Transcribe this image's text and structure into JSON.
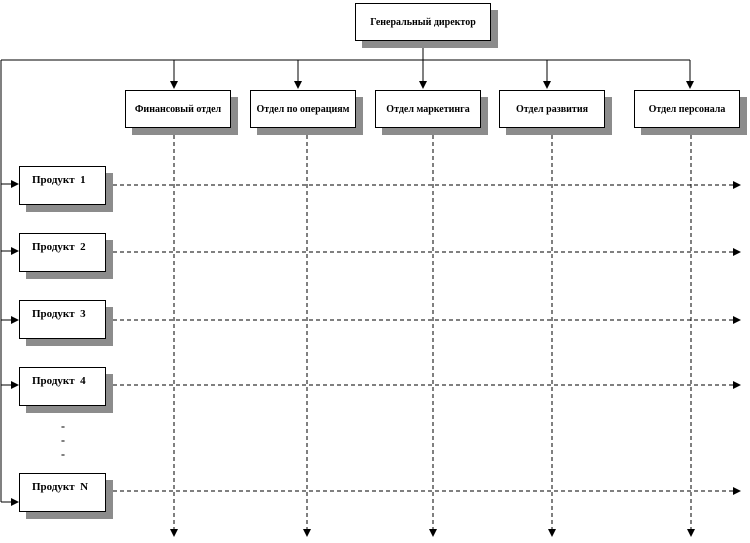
{
  "ceo": {
    "label": "Генеральный директор"
  },
  "departments": [
    {
      "label": "Финансовый отдел"
    },
    {
      "label": "Отдел по операциям"
    },
    {
      "label": "Отдел маркетинга"
    },
    {
      "label": "Отдел развития"
    },
    {
      "label": "Отдел персонала"
    }
  ],
  "products": [
    {
      "label": "Продукт  1"
    },
    {
      "label": "Продукт  2"
    },
    {
      "label": "Продукт  3"
    },
    {
      "label": "Продукт  4"
    },
    {
      "label": "Продукт  N"
    }
  ],
  "ellipsis": [
    "-",
    "-",
    "-"
  ]
}
